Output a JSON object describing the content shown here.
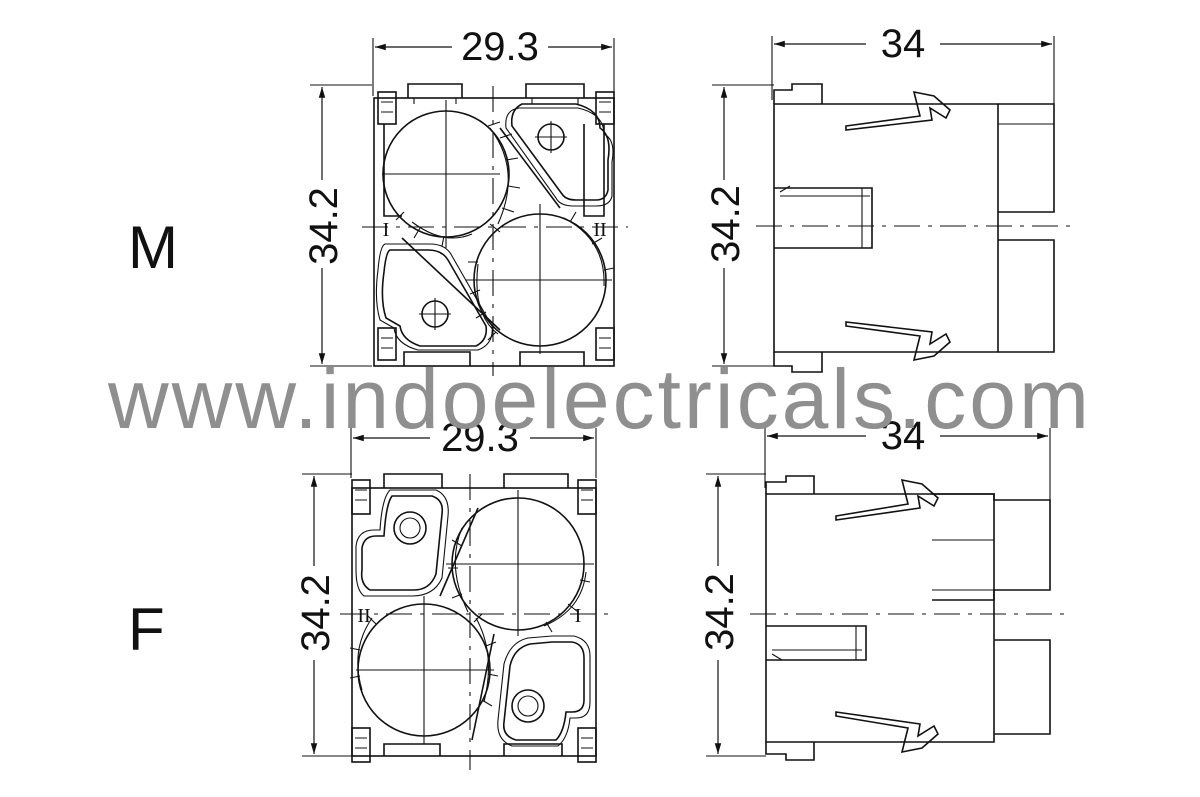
{
  "rows": [
    {
      "label": "M",
      "front": {
        "width_dim": "29.3",
        "height_dim": "34.2",
        "left_mark": "I",
        "right_mark": "II"
      },
      "side": {
        "width_dim": "34",
        "height_dim": "34.2"
      }
    },
    {
      "label": "F",
      "front": {
        "width_dim": "29.3",
        "height_dim": "34.2",
        "left_mark": "II",
        "right_mark": "I"
      },
      "side": {
        "width_dim": "34",
        "height_dim": "34.2"
      }
    }
  ],
  "watermark": "www.indoelectricals.com"
}
